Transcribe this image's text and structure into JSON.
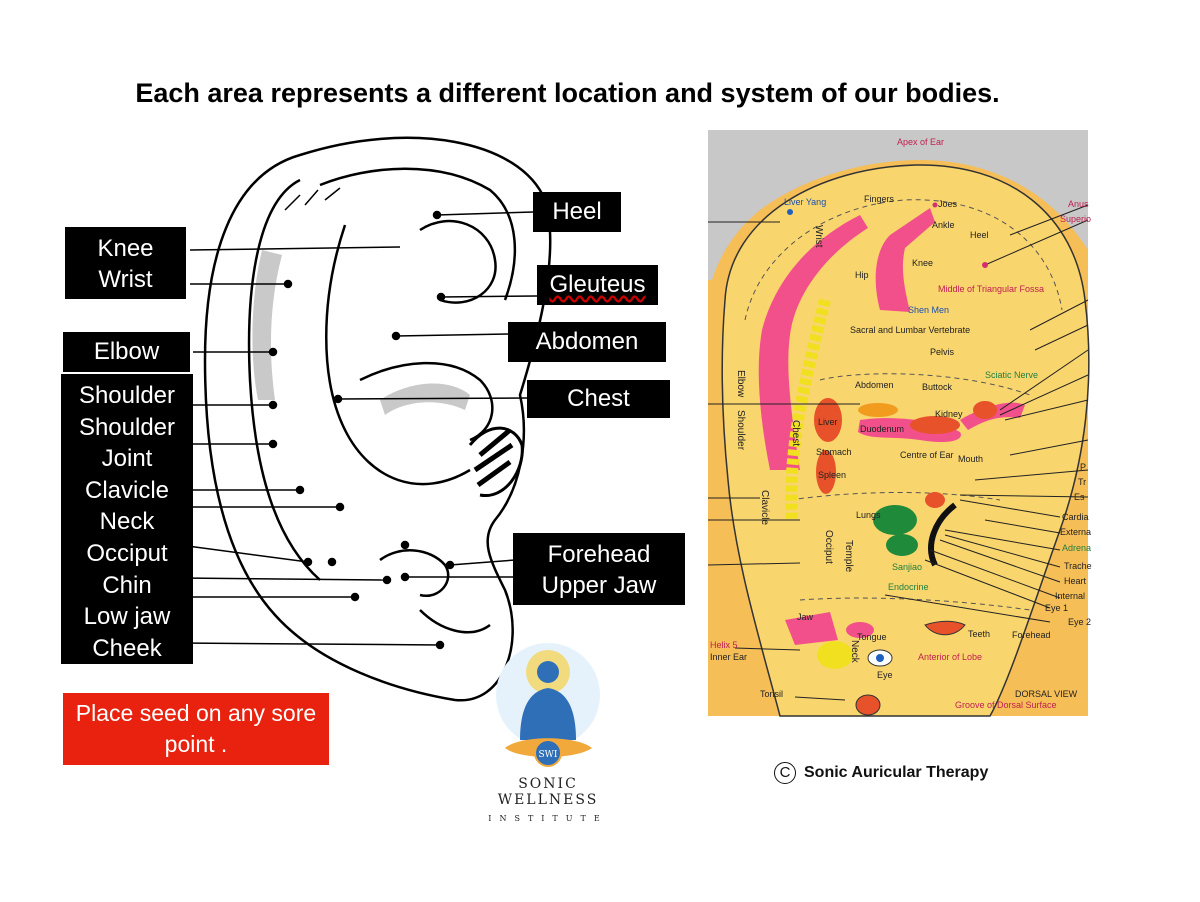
{
  "title": "Each area represents a different location and system of our bodies.",
  "left_labels": {
    "knee_wrist": [
      "Knee",
      "Wrist"
    ],
    "elbow": "Elbow",
    "stack": [
      "Shoulder",
      "Shoulder",
      "Joint",
      "Clavicle",
      "Neck",
      "Occiput",
      "Chin",
      "Low jaw",
      "Cheek"
    ]
  },
  "right_labels": {
    "heel": "Heel",
    "gleuteus": "Gleuteus",
    "abdomen": "Abdomen",
    "chest": "Chest",
    "forehead_jaw": [
      "Forehead",
      "Upper Jaw"
    ]
  },
  "note": "Place seed on any sore point .",
  "logo": {
    "badge": "SWI",
    "name": "SONIC WELLNESS",
    "sub": "INSTITUTE"
  },
  "copyright": {
    "symbol": "C",
    "text": "Sonic Auricular Therapy"
  },
  "chart_labels": {
    "apex": "Apex of Ear",
    "liver_yang": "Liver Yang",
    "fingers": "Fingers",
    "toes": "Joes",
    "ankle": "Ankle",
    "heel": "Heel",
    "knee": "Knee",
    "hip": "Hip",
    "middle_triangular": "Middle of Triangular Fossa",
    "shen_men": "Shen Men",
    "sacral": "Sacral and Lumbar Vertebrate",
    "pelvis": "Pelvis",
    "sciatic": "Sciatic Nerve",
    "abdomen": "Abdomen",
    "buttock": "Buttock",
    "kidney": "Kidney",
    "duodenum": "Duodenum",
    "stomach": "Stomach",
    "liver": "Liver",
    "spleen": "Spleen",
    "centre": "Centre of Ear",
    "mouth": "Mouth",
    "lungs": "Lungs",
    "sanjiao": "Sanjiao",
    "endocrine": "Endocrine",
    "jaw": "Jaw",
    "tongue": "Tongue",
    "teeth": "Teeth",
    "forehead": "Forehead",
    "helix5": "Helix 5",
    "inner_ear": "Inner Ear",
    "eye": "Eye",
    "anterior_lobe": "Anterior of Lobe",
    "tonsil": "Tonsil",
    "groove": "Groove of Dorsal Surface",
    "dorsal_view": "DORSAL VIEW",
    "shoulder_v": "Shoulder",
    "elbow_v": "Elbow",
    "clavicle_v": "Clavicle",
    "chest_v": "Chest",
    "occiput_v": "Occiput",
    "temple_v": "Temple",
    "neck_v": "Neck",
    "wrist_v": "Wrist",
    "right_edge": [
      "Anus",
      "Superio",
      "P",
      "Tr",
      "Es",
      "Cardia",
      "Externa",
      "Adrena",
      "Trache",
      "Heart",
      "Internal",
      "Eye 1",
      "Eye 2"
    ]
  }
}
